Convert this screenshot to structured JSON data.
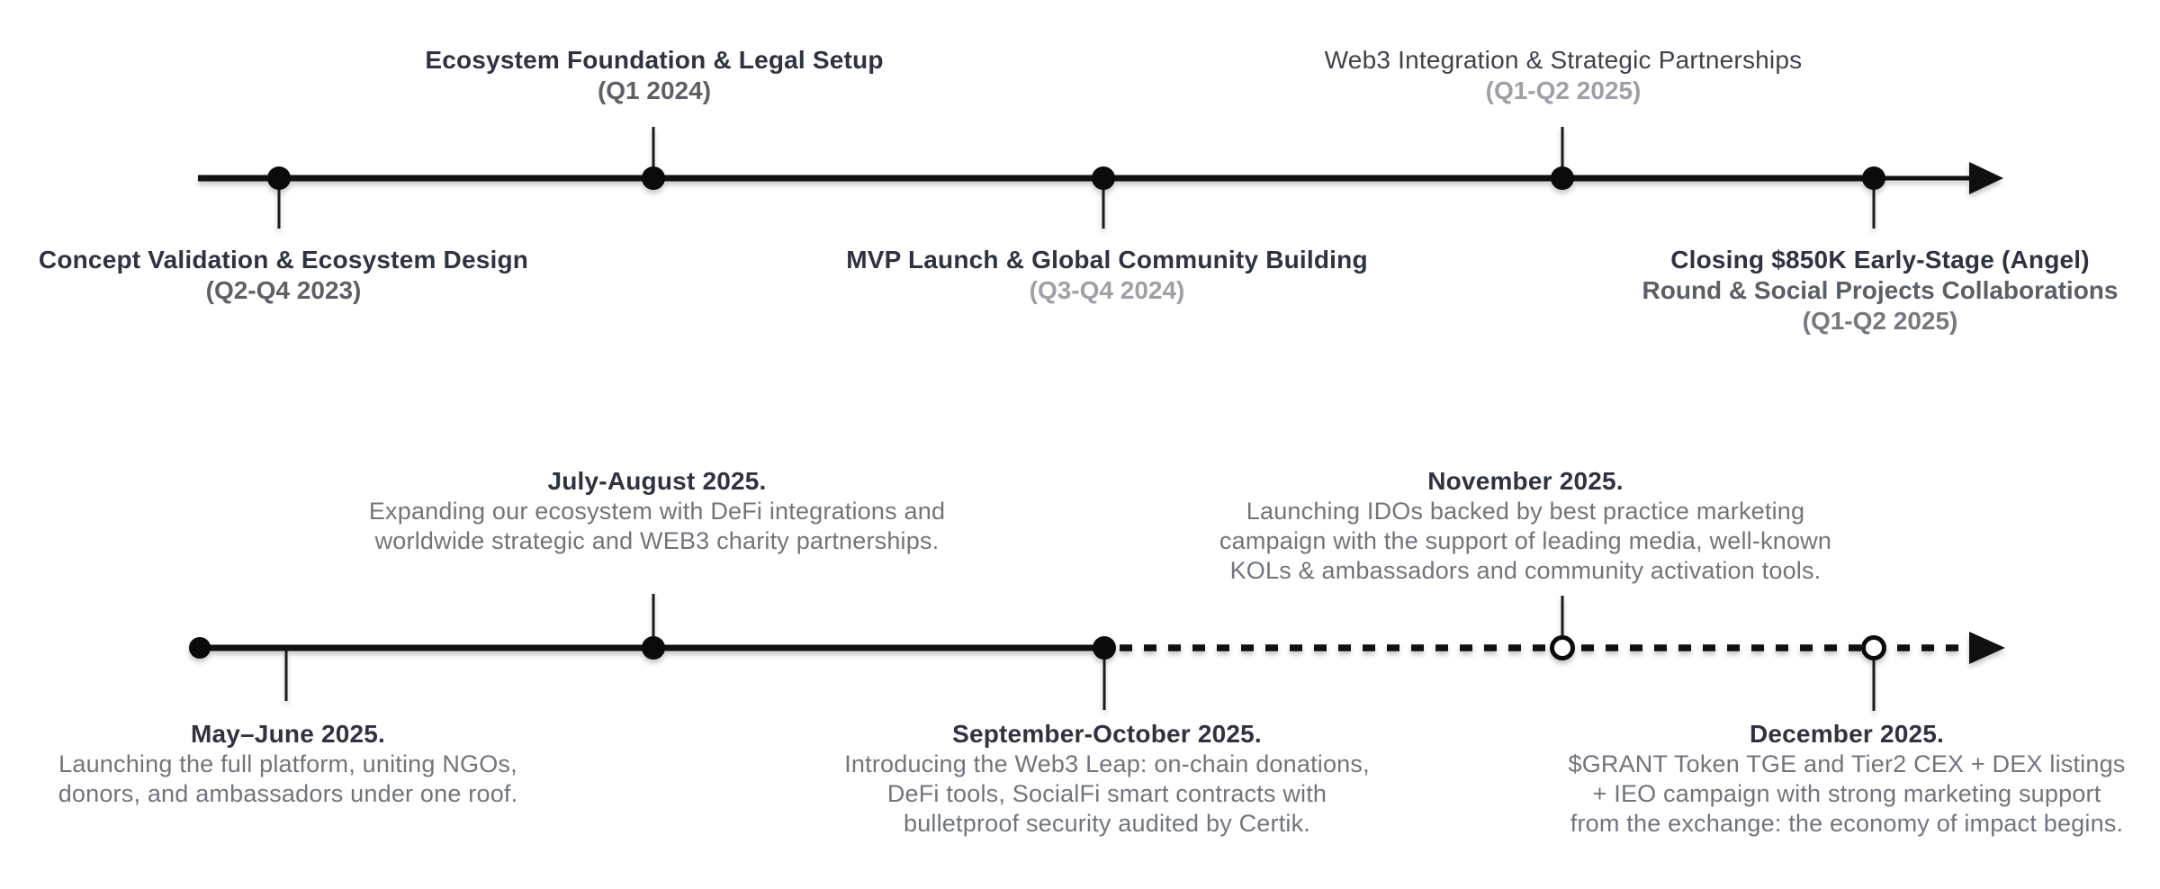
{
  "colors": {
    "background": "#ffffff",
    "line": "#101010",
    "node_fill": "#0b0b0b",
    "title_dark": "#2d3340",
    "subtitle_gray": "#5d6167",
    "subtitle_light": "#9da1a7",
    "body_gray": "#6f757d"
  },
  "top_timeline": {
    "style": "solid line with arrowhead, filled nodes",
    "milestones": [
      {
        "title": "Concept Validation & Ecosystem Design",
        "period": "(Q2-Q4 2023)",
        "side": "below",
        "node": "filled"
      },
      {
        "title": "Ecosystem Foundation & Legal Setup",
        "period": "(Q1 2024)",
        "side": "above",
        "node": "filled"
      },
      {
        "title": "MVP Launch & Global Community Building",
        "period": "(Q3-Q4 2024)",
        "side": "below",
        "node": "filled"
      },
      {
        "title": "Web3 Integration & Strategic Partnerships",
        "period": "(Q1-Q2 2025)",
        "side": "above",
        "node": "filled"
      },
      {
        "title_lines": [
          "Closing $850K Early-Stage (Angel)",
          "Round & Social Projects Collaborations"
        ],
        "period": "(Q1-Q2 2025)",
        "side": "below",
        "node": "filled"
      }
    ]
  },
  "bottom_timeline": {
    "style": "solid line becoming dashed after September-October node, arrowhead at end, open nodes on dashed segment",
    "milestones": [
      {
        "title": "May–June 2025.",
        "description": [
          "Launching the full platform, uniting NGOs,",
          "donors, and ambassadors under one roof."
        ],
        "side": "below",
        "node": "start-filled-dot"
      },
      {
        "title": "July-August 2025.",
        "description": [
          "Expanding our ecosystem with DeFi integrations and",
          "worldwide strategic and WEB3 charity partnerships."
        ],
        "side": "above",
        "node": "filled"
      },
      {
        "title": "September-October 2025.",
        "description": [
          "Introducing the Web3 Leap: on-chain donations,",
          "DeFi tools, SocialFi smart contracts with",
          "bulletproof security audited by Certik."
        ],
        "side": "below",
        "node": "filled"
      },
      {
        "title": "November 2025.",
        "description": [
          "Launching IDOs backed by best practice marketing",
          "campaign with the support of leading media, well-known",
          "KOLs & ambassadors and community activation tools."
        ],
        "side": "above",
        "node": "open"
      },
      {
        "title": "December 2025.",
        "description": [
          "$GRANT Token TGE and Tier2 CEX + DEX listings",
          "+ IEO campaign with strong marketing support",
          "from the exchange: the economy of impact begins."
        ],
        "side": "below",
        "node": "open"
      }
    ]
  }
}
